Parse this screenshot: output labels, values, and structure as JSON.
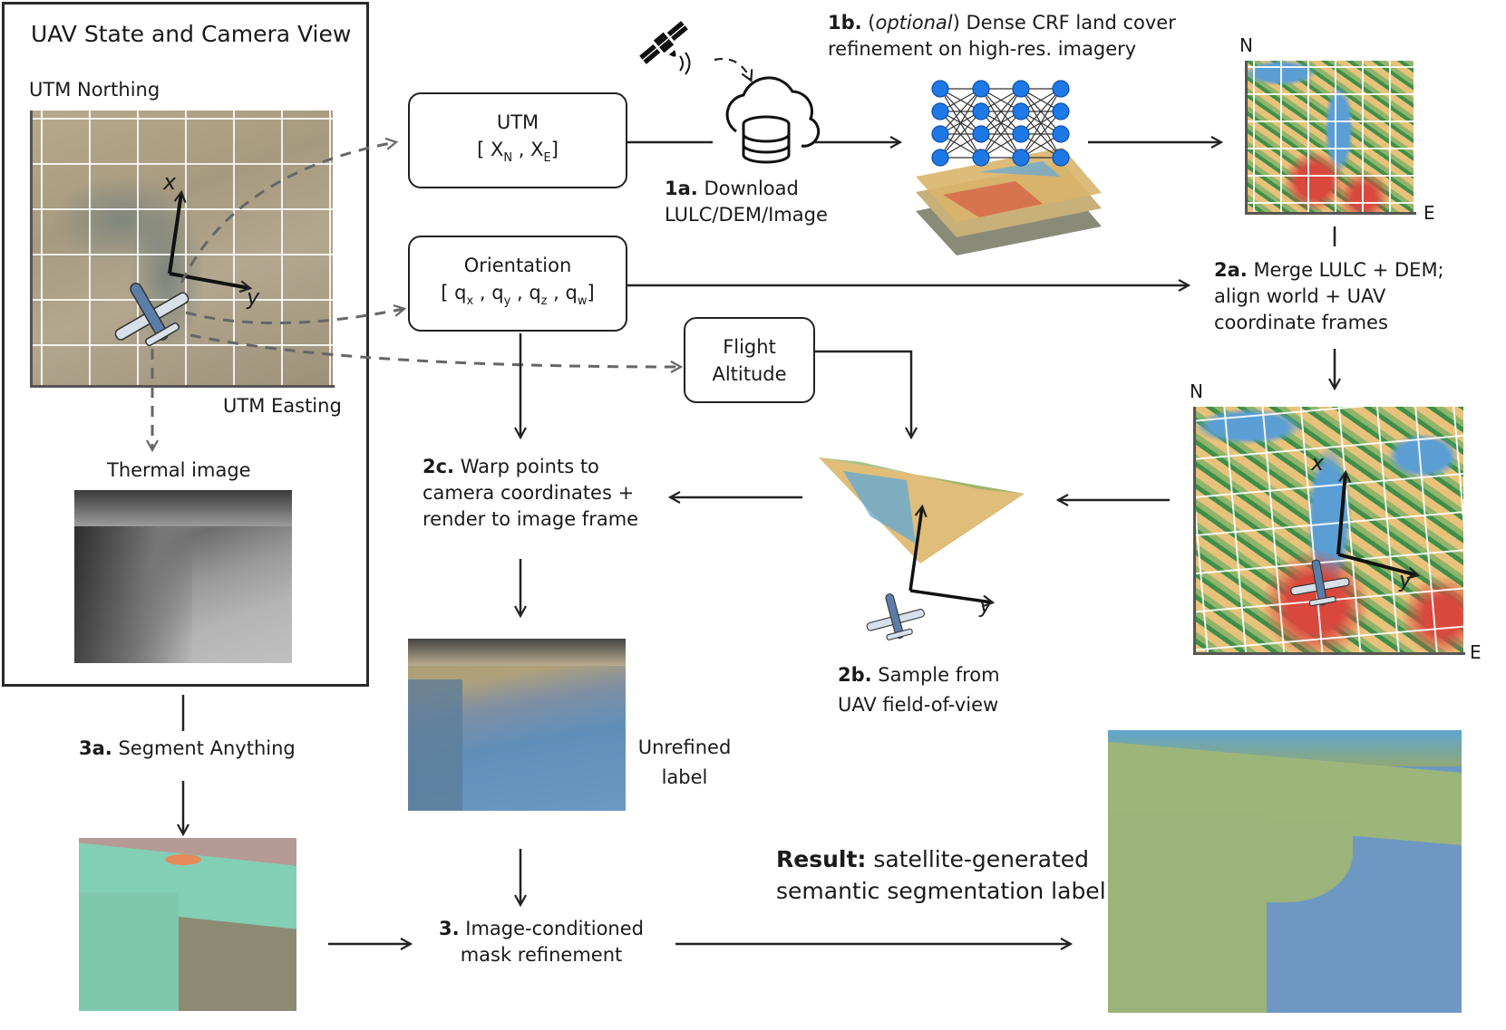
{
  "panel": {
    "title": "UAV State and Camera View",
    "northing_label": "UTM Northing",
    "easting_label": "UTM Easting",
    "thermal_label": "Thermal image"
  },
  "utm_box": {
    "title": "UTM",
    "x_n": "X",
    "x_n_sub": "N",
    "x_e": "X",
    "x_e_sub": "E"
  },
  "orientation_box": {
    "title": "Orientation",
    "qx": "q",
    "qx_sub": "x",
    "qy": "q",
    "qy_sub": "y",
    "qz": "q",
    "qz_sub": "z",
    "qw": "q",
    "qw_sub": "w"
  },
  "altitude_box": {
    "line1": "Flight",
    "line2": "Altitude"
  },
  "steps": {
    "s1a_bold": "1a.",
    "s1a_line1": " Download",
    "s1a_line2": "LULC/DEM/Image",
    "s1b_bold": "1b.",
    "s1b_italic": "optional",
    "s1b_line1": " Dense CRF land cover",
    "s1b_line2": "refinement on high-res. imagery",
    "s2a_bold": "2a.",
    "s2a_line1": " Merge LULC + DEM;",
    "s2a_line2": "align world + UAV",
    "s2a_line3": "coordinate frames",
    "s2b_bold": "2b.",
    "s2b_line1": " Sample from",
    "s2b_line2": "UAV field-of-view",
    "s2c_bold": "2c.",
    "s2c_line1": " Warp points to",
    "s2c_line2": "camera coordinates +",
    "s2c_line3": "render to image frame",
    "s3a_bold": "3a.",
    "s3a_line1": " Segment Anything",
    "s3_bold": "3.",
    "s3_line1": " Image-conditioned",
    "s3_line2": "mask refinement",
    "unrefined_line1": "Unrefined",
    "unrefined_line2": "label",
    "result_bold": "Result:",
    "result_line1": " satellite-generated",
    "result_line2": "semantic segmentation label"
  },
  "axes": {
    "x": "x",
    "y": "y",
    "north": "N",
    "east": "E"
  },
  "colors": {
    "water": "#5b9ed4",
    "forest": "#3f8f4a",
    "grass": "#8fb46a",
    "shrub": "#e8c27a",
    "urban": "#d9473d",
    "satellite": "#a89a7d",
    "node": "#1e78e6",
    "seg_green": "#9bb879",
    "seg_blue": "#5d93c2",
    "sam_teal": "#7fd0b9"
  }
}
